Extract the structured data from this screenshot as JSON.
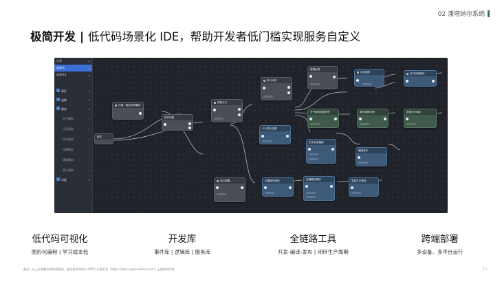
{
  "header": {
    "section": "02 潘塔纳尔系统",
    "accent": "#2d7a53"
  },
  "title": {
    "bold": "极简开发",
    "separator": "|",
    "rest": "低代码场景化 IDE，帮助开发者低门槛实现服务自定义"
  },
  "editor": {
    "sidebar": {
      "top_label": "场景",
      "top_action": "+",
      "files": [
        {
          "label": "未命名",
          "active": true
        },
        {
          "label": "未命名1",
          "active": false
        }
      ],
      "categories": [
        {
          "label": "事件"
        },
        {
          "label": "函数"
        },
        {
          "label": "服务"
        }
      ],
      "subitems": [
        "天气服务",
        "日历服务",
        "打车服务",
        "位置服务",
        "通知服务",
        "音乐服务"
      ],
      "bottom": "功能"
    },
    "nodes": [
      {
        "label": "日期 / 指定时间事件"
      },
      {
        "label": "条件判断"
      },
      {
        "label": "获取天气"
      },
      {
        "label": "执行动作"
      },
      {
        "label": "逻辑运算"
      },
      {
        "label": "发送通知"
      },
      {
        "label": "打开应用服务"
      },
      {
        "label": "卡片显示结果"
      },
      {
        "label": "天气服务数据处理"
      },
      {
        "label": "格式转换处理"
      },
      {
        "label": "数据对比输出"
      },
      {
        "label": "文字合成播报"
      },
      {
        "label": "播放音乐"
      },
      {
        "label": "显示提醒"
      },
      {
        "label": "位置服务获取"
      },
      {
        "label": "交通路线规划"
      },
      {
        "label": "发起打车服务"
      },
      {
        "label": "事件"
      }
    ]
  },
  "features": [
    {
      "title": "低代码可视化",
      "sub": "图形化编程 | 学习成本低"
    },
    {
      "title": "开发库",
      "sub": "事件库 | 逻辑库 | 服务库"
    },
    {
      "title": "全链路工具",
      "sub": "开发-编译-发布 | 闭环生产周期"
    },
    {
      "title": "跨端部署",
      "sub": "多设备、多平台运行"
    }
  ],
  "footnote": "备注：以上开放能力将陆续面向，具体发布时间以 OPPO 开放平台（https://open.oppomobile.com/）上线时间为准",
  "page_number": "15"
}
